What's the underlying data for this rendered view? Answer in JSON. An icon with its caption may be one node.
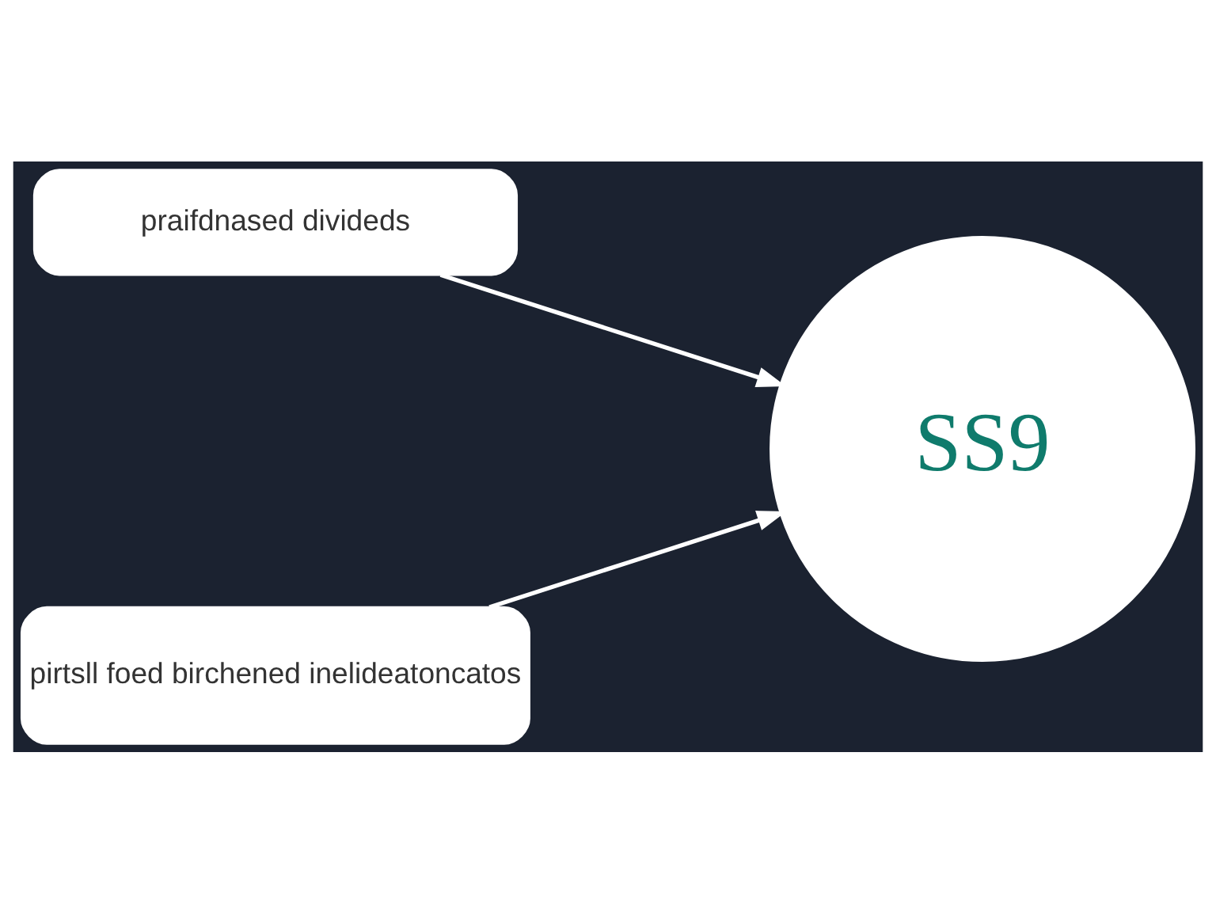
{
  "diagram": {
    "nodes": [
      {
        "text": [
          "praifdnased divideds"
        ]
      },
      {
        "text": [
          "SS9"
        ]
      },
      {
        "text": [
          "pirtsll foed birchened inelideatoncatos"
        ]
      }
    ],
    "edges": [
      {
        "from": 0,
        "to": 1,
        "arrow": "to"
      },
      {
        "from": 2,
        "to": 1,
        "arrow": "to"
      }
    ]
  }
}
